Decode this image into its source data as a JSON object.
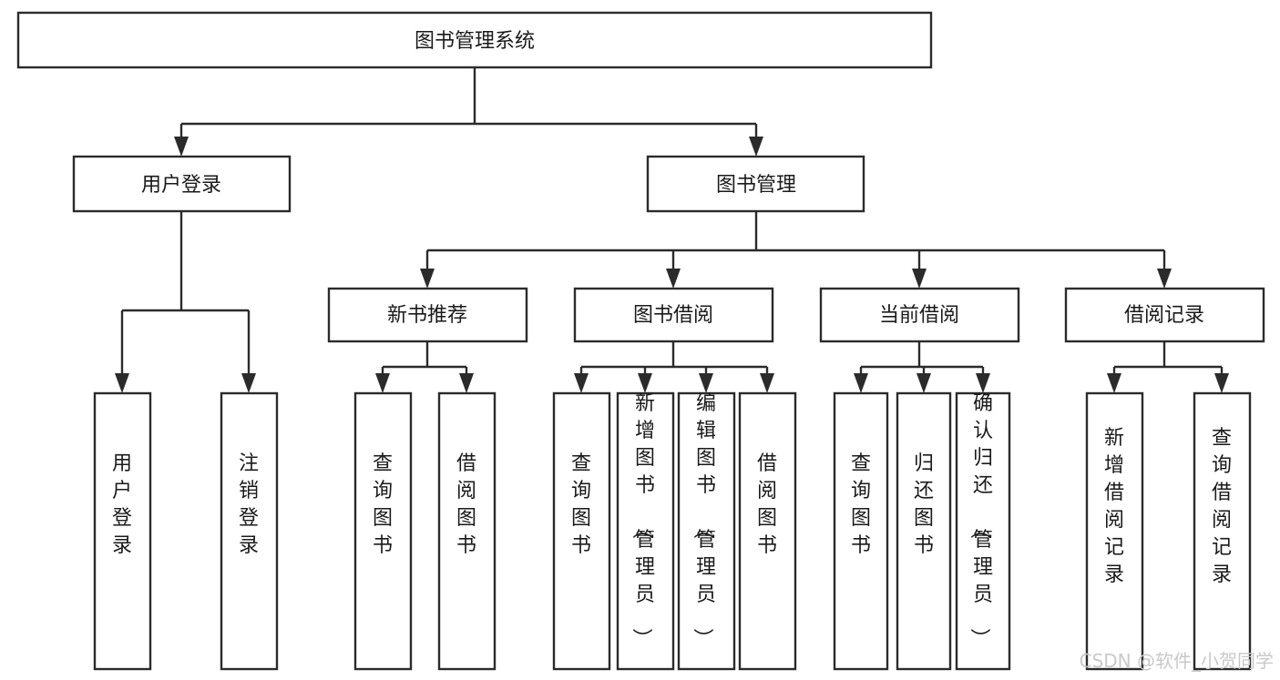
{
  "diagram": {
    "title": "图书管理系统",
    "type": "tree-hierarchy-flowchart",
    "colors": {
      "stroke": "#2b2b2b",
      "fill": "#ffffff",
      "text": "#1a1a1a",
      "background": "#ffffff",
      "watermark": "#c9c9c9"
    },
    "root": {
      "label": "图书管理系统",
      "orientation": "horizontal"
    },
    "level2": [
      {
        "label": "用户登录",
        "orientation": "horizontal"
      },
      {
        "label": "图书管理",
        "orientation": "horizontal"
      }
    ],
    "level3": [
      {
        "label": "新书推荐",
        "orientation": "horizontal"
      },
      {
        "label": "图书借阅",
        "orientation": "horizontal"
      },
      {
        "label": "当前借阅",
        "orientation": "horizontal"
      },
      {
        "label": "借阅记录",
        "orientation": "horizontal"
      }
    ],
    "leaves": {
      "user_login": [
        {
          "label": "用户登录",
          "orientation": "vertical"
        },
        {
          "label": "注销登录",
          "orientation": "vertical"
        }
      ],
      "new_book_recommend": [
        {
          "label": "查询图书",
          "orientation": "vertical"
        },
        {
          "label": "借阅图书",
          "orientation": "vertical"
        }
      ],
      "book_borrow": [
        {
          "label": "查询图书",
          "orientation": "vertical"
        },
        {
          "label": "新增图书（管理员）",
          "orientation": "vertical"
        },
        {
          "label": "编辑图书（管理员）",
          "orientation": "vertical"
        },
        {
          "label": "借阅图书",
          "orientation": "vertical"
        }
      ],
      "current_borrow": [
        {
          "label": "查询图书",
          "orientation": "vertical"
        },
        {
          "label": "归还图书",
          "orientation": "vertical"
        },
        {
          "label": "确认归还（管理员）",
          "orientation": "vertical"
        }
      ],
      "borrow_record": [
        {
          "label": "新增借阅记录",
          "orientation": "vertical"
        },
        {
          "label": "查询借阅记录",
          "orientation": "vertical"
        }
      ]
    }
  },
  "watermark": {
    "text": "CSDN @软件_小贺同学"
  }
}
